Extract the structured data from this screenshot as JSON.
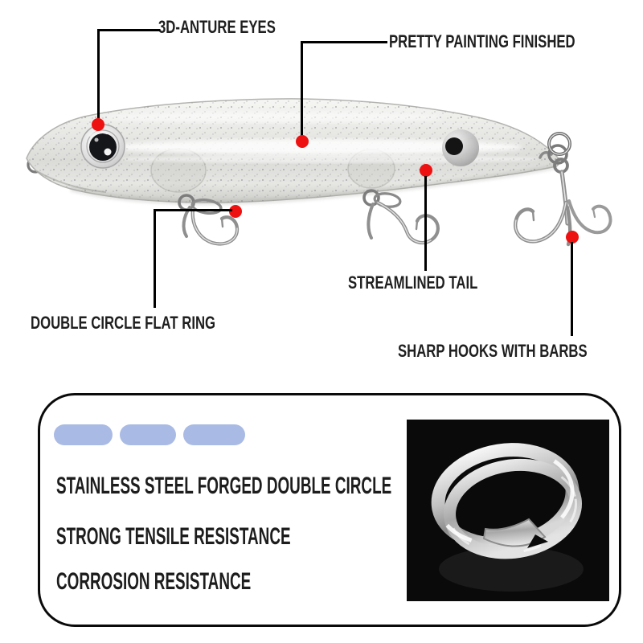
{
  "diagram": {
    "subject": "transparent glitter pencil fishing lure with three treble hooks",
    "callouts": {
      "eyes": "3D-ANTURE EYES",
      "painting": "PRETTY PAINTING FINISHED",
      "tail": "STREAMLINED TAIL",
      "flat_ring": "DOUBLE CIRCLE FLAT RING",
      "hooks": "SHARP HOOKS WITH BARBS"
    }
  },
  "feature_box": {
    "bullets": [
      "STAINLESS STEEL FORGED DOUBLE CIRCLE",
      "STRONG TENSILE RESISTANCE",
      "CORROSION RESISTANCE"
    ],
    "photo": "stainless steel double circle split ring on black background",
    "pill_count": 3
  },
  "colors": {
    "marker_dot": "#ee1111",
    "leader_line": "#000000",
    "label_text": "#1f1f1f",
    "pill": "#a9bae4",
    "box_border": "#0a0a0a",
    "photo_background": "#0a0a0a",
    "lure_body": "#e3e3e0",
    "hook_metal": "#8f8f8f"
  }
}
